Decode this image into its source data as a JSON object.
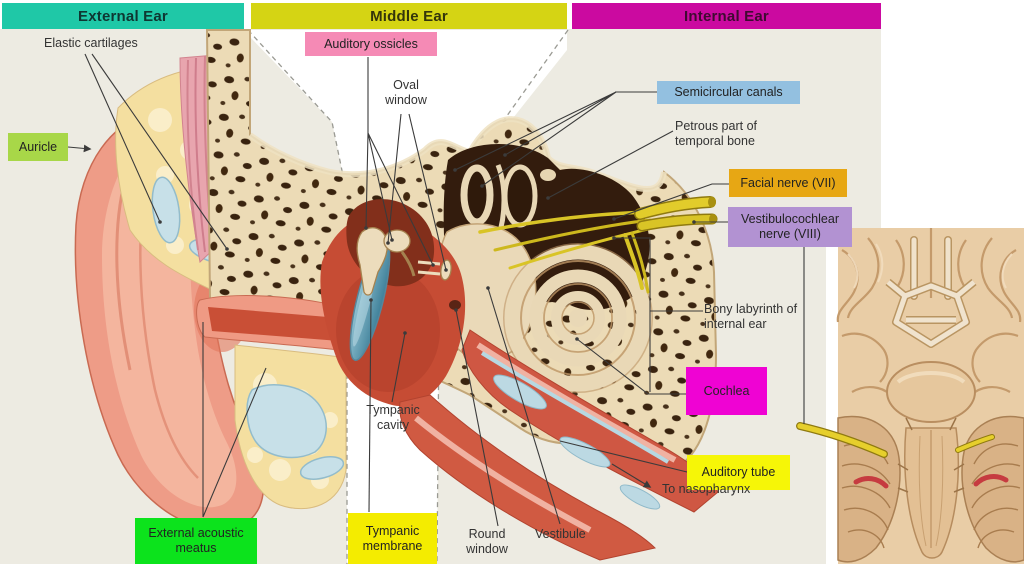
{
  "title_bars": [
    {
      "id": "external",
      "label": "External Ear"
    },
    {
      "id": "middle",
      "label": "Middle Ear"
    },
    {
      "id": "internal",
      "label": "Internal Ear"
    }
  ],
  "labels": {
    "elastic_cartilages": "Elastic cartilages",
    "auricle": "Auricle",
    "auditory_ossicles": "Auditory ossicles",
    "oval_window": "Oval window",
    "semicircular_canals": "Semicircular canals",
    "petrous_part": "Petrous part of temporal bone",
    "facial_nerve": "Facial nerve (VII)",
    "vestibulocochlear_nerve": "Vestibulocochlear nerve (VIII)",
    "bony_labyrinth": "Bony labyrinth of internal ear",
    "cochlea": "Cochlea",
    "auditory_tube": "Auditory tube",
    "to_nasopharynx": "To nasopharynx",
    "external_acoustic_meatus": "External acoustic meatus",
    "tympanic_cavity": "Tympanic cavity",
    "tympanic_membrane": "Tympanic membrane",
    "round_window": "Round window",
    "vestibule": "Vestibule"
  },
  "colors": {
    "external_bar": "#1fc8a7",
    "middle_bar": "#d5d414",
    "internal_bar": "#cb0aa0",
    "auditory_ossicles": "#f58ab5",
    "auricle": "#a8d748",
    "semicircular_canals": "#93c0e0",
    "facial_nerve": "#e7a714",
    "vestibulocochlear_nerve": "#b292d2",
    "cochlea": "#ef03d3",
    "auditory_tube": "#f6f607",
    "external_acoustic_meatus": "#0ce31c",
    "tympanic_membrane": "#f4ec00"
  }
}
